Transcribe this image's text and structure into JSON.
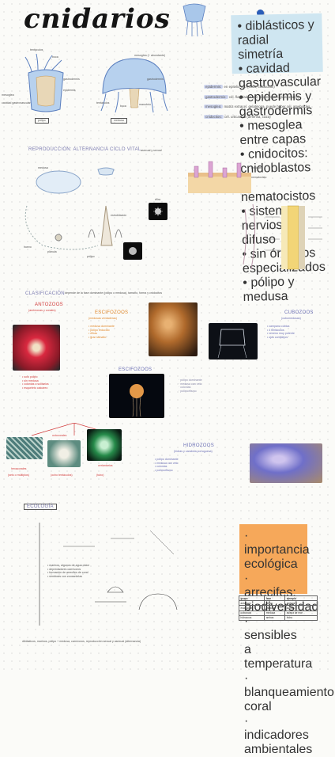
{
  "title": "cnidarios",
  "note": {
    "lines": [
      "diblásticos y radial simetría",
      "cavidad gastrovascular",
      "epidermis y gastrodermis",
      "mesoglea entre capas",
      "cnidocitos: cnidoblastos",
      "nematocistos",
      "sistema nervioso difuso",
      "sin órganos especializados",
      "pólipo y medusa"
    ]
  },
  "anatomy": {
    "polyp_labels": [
      "tentáculos",
      "boca",
      "gastrodermis",
      "epidermis",
      "mesoglea",
      "cavidad gastrovascular"
    ],
    "polyp_caption": "pólipo",
    "medusa_labels": [
      "mesoglea (+ abundante)",
      "tentáculos",
      "boca",
      "manubrio",
      "gastrodermis"
    ],
    "medusa_caption": "medusa",
    "cell_labels": [
      "cnidocito",
      "nematocisto"
    ]
  },
  "keywords": [
    {
      "term": "epidermis:",
      "text": "en epitelio mio (cilios, cnidocitos)"
    },
    {
      "term": "gastrodermis:",
      "text": "cél. flageladas que digieren (cel. glandulares)"
    },
    {
      "term": "mesoglea:",
      "text": "matriz extracel. gelatinosa, puede haber cél. ameboides"
    },
    {
      "term": "cnidocitos:",
      "text": "cél. urticantes (defensa, caza)"
    }
  ],
  "reproduction": {
    "heading": "REPRODUCCIÓN: ALTERNANCIA CICLO VITAL",
    "sub": "asexual y sexual",
    "labels": [
      "medusa",
      "huevo",
      "plánula",
      "pólipo",
      "éfira",
      "estrobilación"
    ]
  },
  "classification": {
    "heading": "CLASIFICACIÓN",
    "desc": "depende de la fase dominante (pólipo o medusa), tamaño, forma y cnidocitos",
    "groups": [
      {
        "name": "ANTOZOOS",
        "sub": "(anémonas y corales)",
        "items": [
          "solo pólipo",
          "sin medusa",
          "colonias o solitarios",
          "esqueleto calcáreo"
        ]
      },
      {
        "name": "ESCIFOZOOS",
        "sub": "(medusas verdaderas)",
        "items": [
          "medusa dominante",
          "pólipo reducido",
          "éfiras",
          "gran tamaño"
        ]
      },
      {
        "name": "CUBOZOOS",
        "sub": "(cubomedusas)",
        "items": [
          "campana cúbica",
          "4 tentáculos",
          "veneno muy potente",
          "ojos complejos"
        ]
      },
      {
        "name": "HIDROZOOS",
        "sub": "(hidras y carabela portuguesa)",
        "items": [
          "pólipo dominante",
          "medusa con velo",
          "colonias",
          "polimorfismo"
        ]
      }
    ],
    "anthozoa_sub": [
      "hexacorales",
      "octocorales",
      "ceriantarios"
    ],
    "anthozoa_captions": [
      "(seis o múltiplos)",
      "(ocho tentáculos)",
      "(tubo)"
    ]
  },
  "ecology": {
    "heading": "ECOLOGÍA",
    "lines": [
      "marinos, algunos de agua dulce",
      "depredadores carnívoros",
      "formación de arrecifes de coral",
      "simbiosis con zooxantelas"
    ]
  },
  "orange_note": {
    "lines": [
      "importancia ecológica",
      "arrecifes: biodiversidad",
      "sensibles a temperatura",
      "blanqueamiento coral",
      "indicadores ambientales"
    ]
  },
  "table": {
    "header": [
      "grupo",
      "fase",
      "ejemplo"
    ],
    "rows": [
      [
        "antozoos",
        "pólipo",
        "anémona"
      ],
      [
        "escifozoos",
        "medusa",
        "aurelia"
      ],
      [
        "cubozoos",
        "medusa",
        "avispa de mar"
      ],
      [
        "hidrozoos",
        "ambas",
        "hidra"
      ]
    ]
  },
  "footer": "diblásticos, marinos, pólipo + medusa, carnívoros, reproducción sexual y asexual (alternancia)"
}
